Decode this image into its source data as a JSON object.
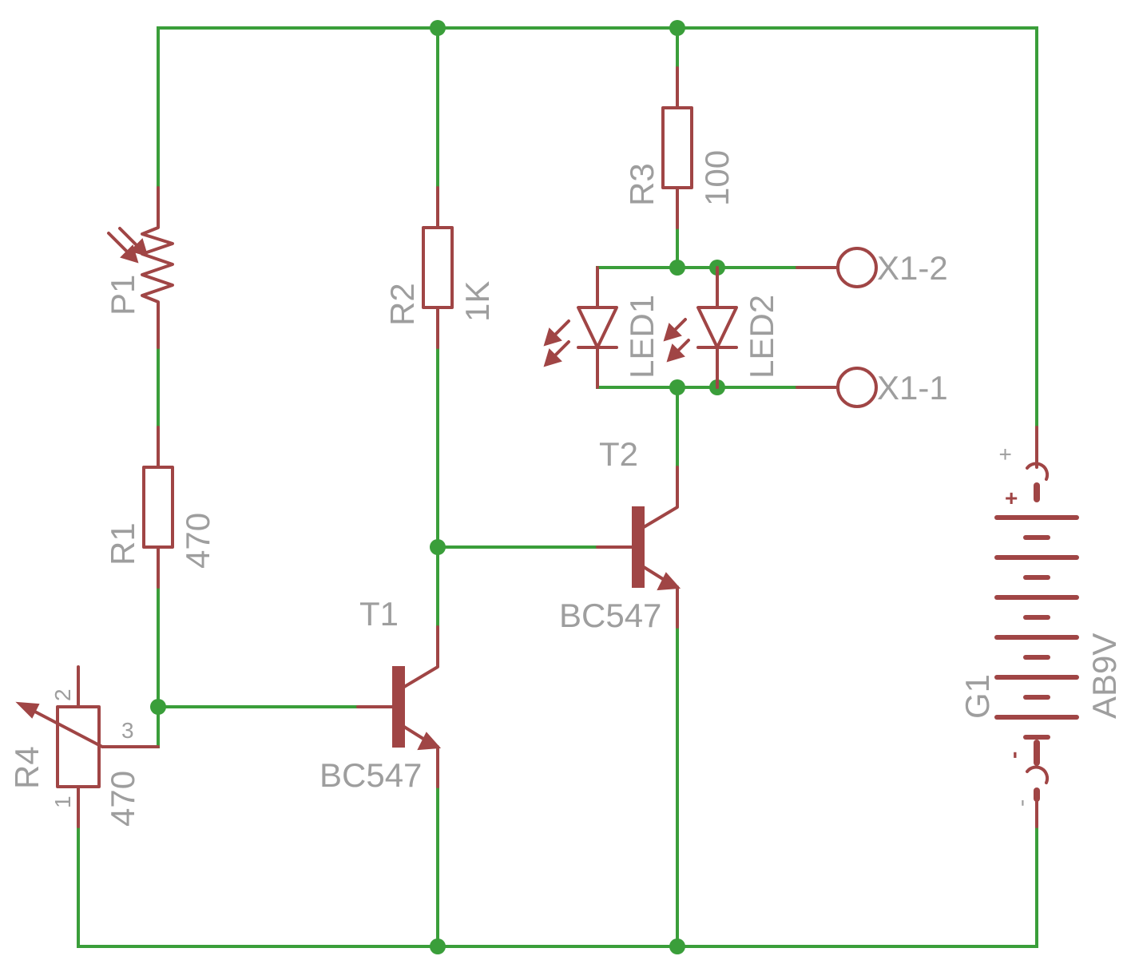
{
  "colors": {
    "wire": "#3a9e3a",
    "part": "#a04545",
    "label": "#9e9e9e",
    "background": "#ffffff"
  },
  "parts": {
    "p1": {
      "name": "P1"
    },
    "r1": {
      "name": "R1",
      "value": "470"
    },
    "r2": {
      "name": "R2",
      "value": "1K"
    },
    "r3": {
      "name": "R3",
      "value": "100"
    },
    "r4": {
      "name": "R4",
      "value": "470",
      "pin1": "1",
      "pin2": "2",
      "pin3": "3"
    },
    "t1": {
      "name": "T1",
      "value": "BC547"
    },
    "t2": {
      "name": "T2",
      "value": "BC547"
    },
    "led1": {
      "name": "LED1"
    },
    "led2": {
      "name": "LED2"
    },
    "x1_2": {
      "name": "X1-2"
    },
    "x1_1": {
      "name": "X1-1"
    },
    "g1": {
      "name": "G1",
      "value": "AB9V",
      "plus": "+",
      "minus": "-"
    }
  }
}
